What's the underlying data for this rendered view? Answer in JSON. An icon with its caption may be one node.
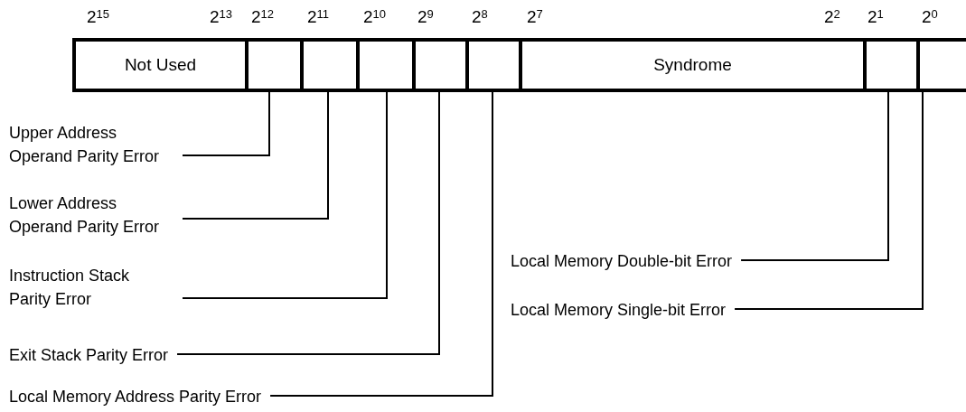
{
  "diagram": {
    "nodes": [
      {
        "text": [
          "Not Used"
        ]
      },
      {
        "text": [],
        "shape": "box"
      },
      {
        "text": [],
        "shape": "box"
      },
      {
        "text": [],
        "shape": "box"
      },
      {
        "text": [],
        "shape": "box"
      },
      {
        "text": [],
        "shape": "box"
      },
      {
        "text": [
          "Syndrome"
        ]
      },
      {
        "text": [],
        "shape": "box"
      },
      {
        "text": [],
        "shape": "box"
      },
      {
        "text": [
          "Upper Address Operand Parity Error"
        ]
      },
      {
        "text": [
          "Lower Address Operand Parity Error"
        ]
      },
      {
        "text": [
          "Instruction Stack Parity Error"
        ]
      },
      {
        "text": [
          "Exit Stack Parity Error"
        ]
      },
      {
        "text": [
          "Local Memory Address Parity Error"
        ]
      },
      {
        "text": [
          "Local Memory Double-bit Error"
        ]
      },
      {
        "text": [
          "Local Memory Single-bit Error"
        ]
      }
    ],
    "edges": [
      {
        "from": 9,
        "to": 1,
        "arrow": "none"
      },
      {
        "from": 10,
        "to": 2,
        "arrow": "none"
      },
      {
        "from": 11,
        "to": 3,
        "arrow": "none"
      },
      {
        "from": 12,
        "to": 4,
        "arrow": "none"
      },
      {
        "from": 13,
        "to": 5,
        "arrow": "none"
      },
      {
        "from": 14,
        "to": 7,
        "arrow": "none"
      },
      {
        "from": 15,
        "to": 8,
        "arrow": "none"
      }
    ],
    "labels": [
      "2$^{15}$",
      "2$^{13}$",
      "2$^{12}$",
      "2$^{11}$",
      "2$^{10}$",
      "2$^{9}$",
      "2$^{8}$",
      "2$^{7}$",
      "2$^{2}$",
      "2$^{1}$",
      "2$^{0}$"
    ]
  }
}
